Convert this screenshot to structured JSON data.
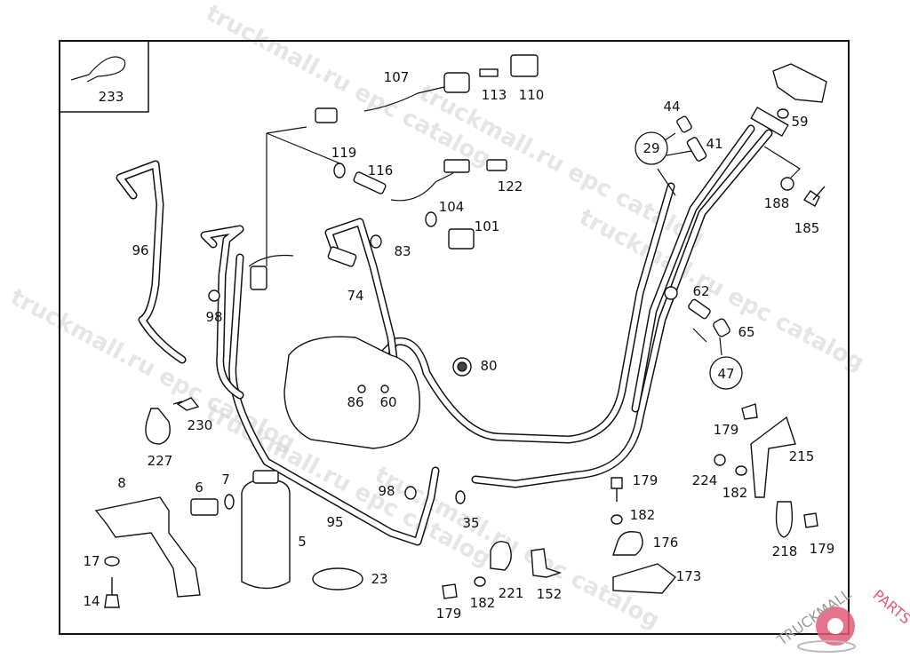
{
  "watermark": "truckmall.ru epc catalog",
  "logo": {
    "text": "TRUCKMALLPARTS",
    "text_left": "TRUCKMALL",
    "text_right": "PARTS",
    "color_primary": "#e05a78",
    "color_secondary": "#999999"
  },
  "inset_label": "233",
  "callouts": {
    "c107": "107",
    "c113": "113",
    "c110": "110",
    "c44": "44",
    "c41": "41",
    "c29": "29",
    "c59": "59",
    "c119": "119",
    "c116": "116",
    "c122": "122",
    "c188": "188",
    "c185": "185",
    "c104": "104",
    "c101": "101",
    "c83": "83",
    "c96": "96",
    "c98a": "98",
    "c74": "74",
    "c62": "62",
    "c65": "65",
    "c47": "47",
    "c80": "80",
    "c86": "86",
    "c60": "60",
    "c230": "230",
    "c227": "227",
    "c179a": "179",
    "c215": "215",
    "c224": "224",
    "c182a": "182",
    "c179b": "179",
    "c8": "8",
    "c6": "6",
    "c7": "7",
    "c98b": "98",
    "c35": "35",
    "c95": "95",
    "c5": "5",
    "c182b": "182",
    "c176": "176",
    "c218": "218",
    "c179c": "179",
    "c17": "17",
    "c23": "23",
    "c173": "173",
    "c14": "14",
    "c179d": "179",
    "c182c": "182",
    "c221": "221",
    "c152": "152"
  }
}
